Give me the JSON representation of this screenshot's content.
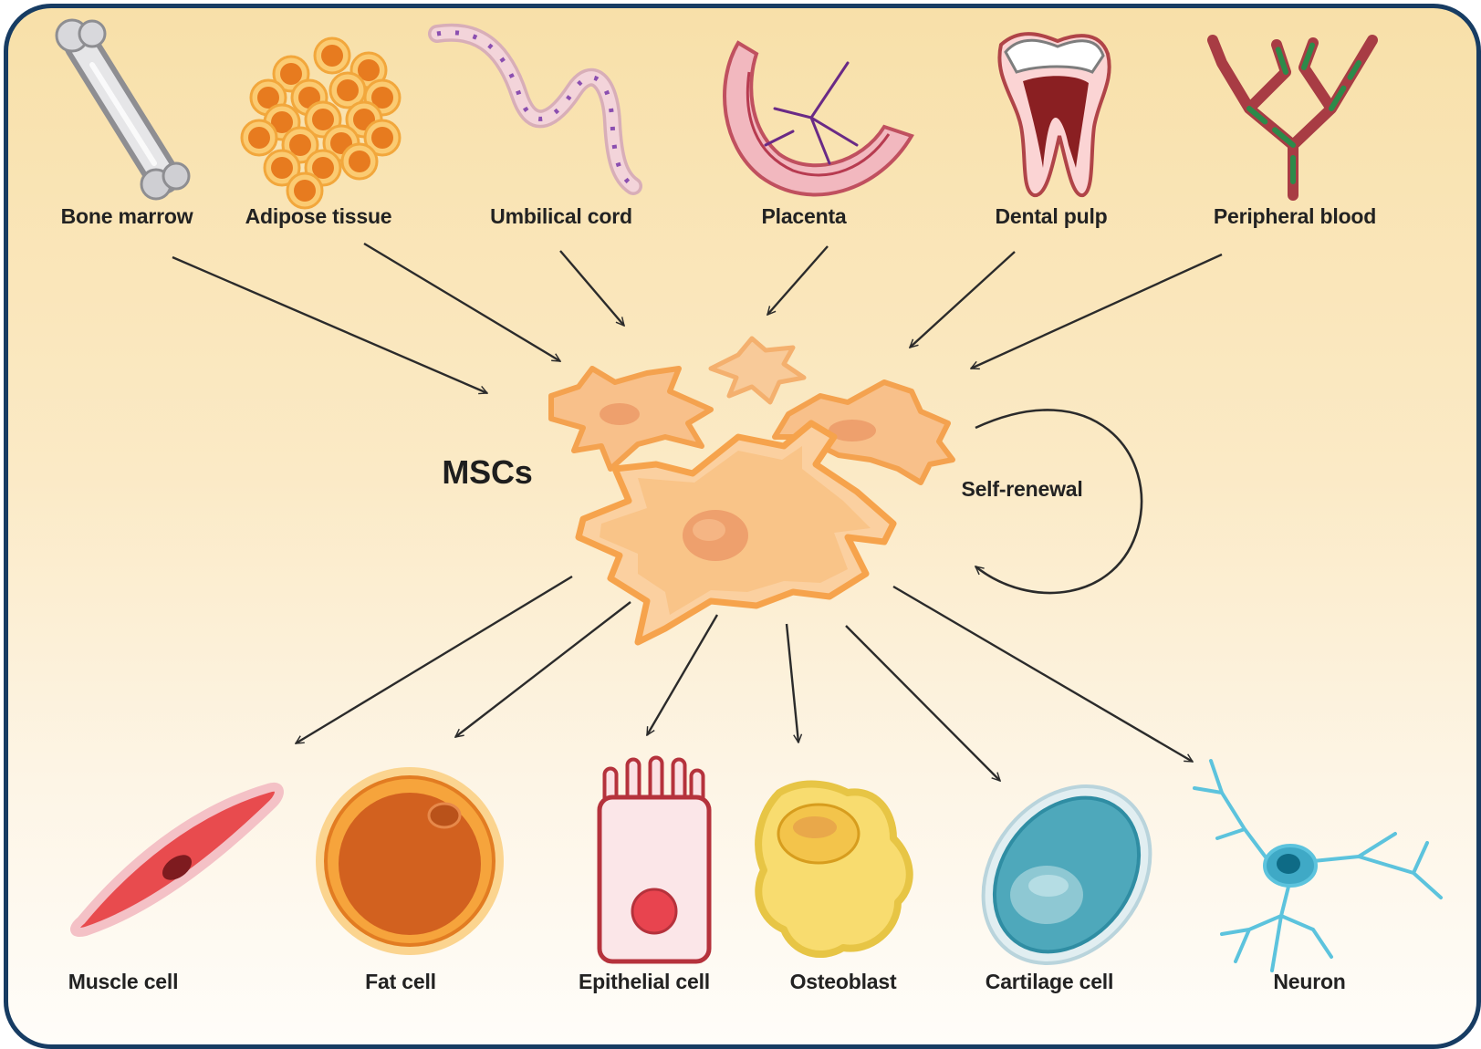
{
  "sources": [
    {
      "label": "Bone marrow",
      "icon": "bone-icon"
    },
    {
      "label": "Adipose tissue",
      "icon": "adipose-tissue-icon"
    },
    {
      "label": "Umbilical cord",
      "icon": "umbilical-cord-icon"
    },
    {
      "label": "Placenta",
      "icon": "placenta-icon"
    },
    {
      "label": "Dental pulp",
      "icon": "tooth-icon"
    },
    {
      "label": "Peripheral blood",
      "icon": "blood-vessels-icon"
    }
  ],
  "center": {
    "label": "MSCs",
    "icon": "mesenchymal-stem-cells-icon"
  },
  "self_renewal": {
    "label": "Self-renewal",
    "icon": "circular-arrow-icon"
  },
  "targets": [
    {
      "label": "Muscle cell",
      "icon": "muscle-cell-icon"
    },
    {
      "label": "Fat cell",
      "icon": "fat-cell-icon"
    },
    {
      "label": "Epithelial cell",
      "icon": "epithelial-cell-icon"
    },
    {
      "label": "Osteoblast",
      "icon": "osteoblast-icon"
    },
    {
      "label": "Cartilage cell",
      "icon": "cartilage-cell-icon"
    },
    {
      "label": "Neuron",
      "icon": "neuron-icon"
    }
  ],
  "colors": {
    "frame_border": "#173c63",
    "background_top": "#f8e0a9",
    "cell_orange": "#f6b56c",
    "arrow": "#2b2b2b"
  }
}
